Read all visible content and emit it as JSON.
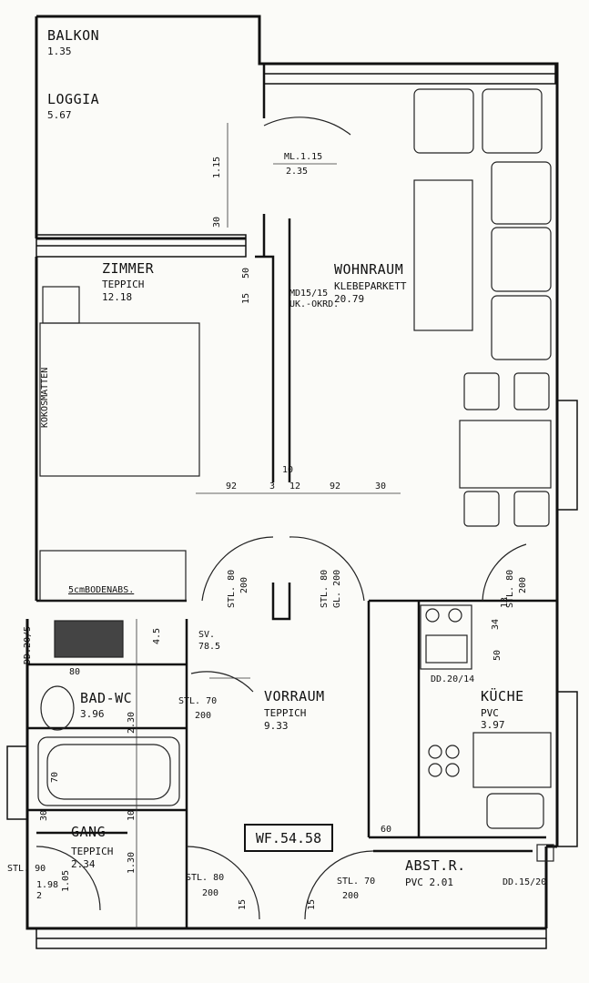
{
  "rooms": {
    "balkon": {
      "name": "BALKON",
      "area": "1.35"
    },
    "loggia": {
      "name": "LOGGIA",
      "area": "5.67"
    },
    "zimmer": {
      "name": "ZIMMER",
      "floor": "TEPPICH",
      "area": "12.18"
    },
    "wohnraum": {
      "name": "WOHNRAUM",
      "floor": "KLEBEPARKETT",
      "area": "20.79"
    },
    "bad_wc": {
      "name": "BAD-WC",
      "area": "3.96"
    },
    "vorraum": {
      "name": "VORRAUM",
      "floor": "TEPPICH",
      "area": "9.33"
    },
    "kueche": {
      "name": "KÜCHE",
      "floor": "PVC",
      "area": "3.97"
    },
    "gang": {
      "name": "GANG",
      "floor": "TEPPICH",
      "area": "2.34"
    },
    "abstr": {
      "name": "ABST.R.",
      "floor_area": "PVC  2.01"
    }
  },
  "total_area": "WF.54.58",
  "annotations": {
    "kokosmatten": "KOKOSMATTEN",
    "bodenabs": "5cmBODENABS.",
    "md": "MD15/15",
    "ukokrd": "UK.-OKRD.",
    "ml": "ML.1.15",
    "ml_h": "2.35",
    "sv": "SV.",
    "sv_h": "78.5",
    "dd20_5": "DD.20/5",
    "dd20_14": "DD.20/14",
    "dd15_20": "DD.15/20"
  },
  "doors": {
    "stl80_zimmer": "STL. 80",
    "stl80_zimmer_h": "200",
    "stl80_gl": "STL. 80",
    "stl80_gl_h": "GL. 200",
    "stl80_kueche": "STL. 80",
    "stl80_kueche_h": "200",
    "stl70_bad": "STL. 70",
    "stl70_bad_h": "200",
    "stl80_gang": "STL. 80",
    "stl80_gang_h": "200",
    "stl70_abst": "STL. 70",
    "stl70_abst_h": "200",
    "stl90": "STL. 90"
  },
  "dimensions": {
    "d115": "1.15",
    "d30a": "30",
    "d50a": "50",
    "d15a": "15",
    "d92a": "92",
    "d3": "3",
    "d12": "12",
    "d92b": "92",
    "d30b": "30",
    "d10a": "10",
    "d45": "4.5",
    "d80": "80",
    "d230": "2.30",
    "d70": "70",
    "d30c": "30",
    "d10b": "10",
    "d130": "1.30",
    "d60": "60",
    "d15b": "15",
    "d15c": "15",
    "d34": "34",
    "d13": "13",
    "d50b": "50",
    "d198": "1.98",
    "d105": "1.05",
    "d2": "2"
  }
}
